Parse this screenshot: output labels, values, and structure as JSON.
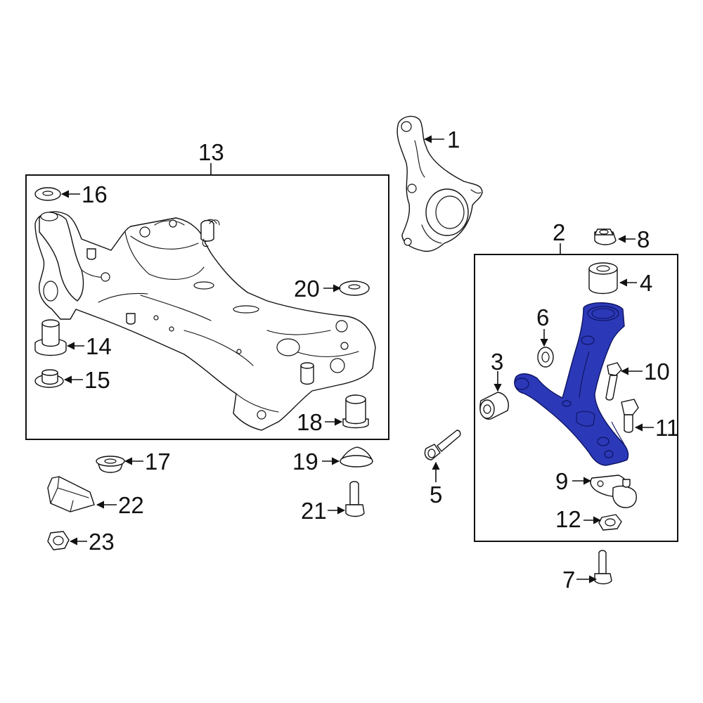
{
  "diagram": {
    "highlight_color": "#2b39b8",
    "line_color": "#111111",
    "background": "#ffffff",
    "callouts": {
      "c1": "1",
      "c2": "2",
      "c3": "3",
      "c4": "4",
      "c5": "5",
      "c6": "6",
      "c7": "7",
      "c8": "8",
      "c9": "9",
      "c10": "10",
      "c11": "11",
      "c12": "12",
      "c13": "13",
      "c14": "14",
      "c15": "15",
      "c16": "16",
      "c17": "17",
      "c18": "18",
      "c19": "19",
      "c20": "20",
      "c21": "21",
      "c22": "22",
      "c23": "23"
    }
  }
}
